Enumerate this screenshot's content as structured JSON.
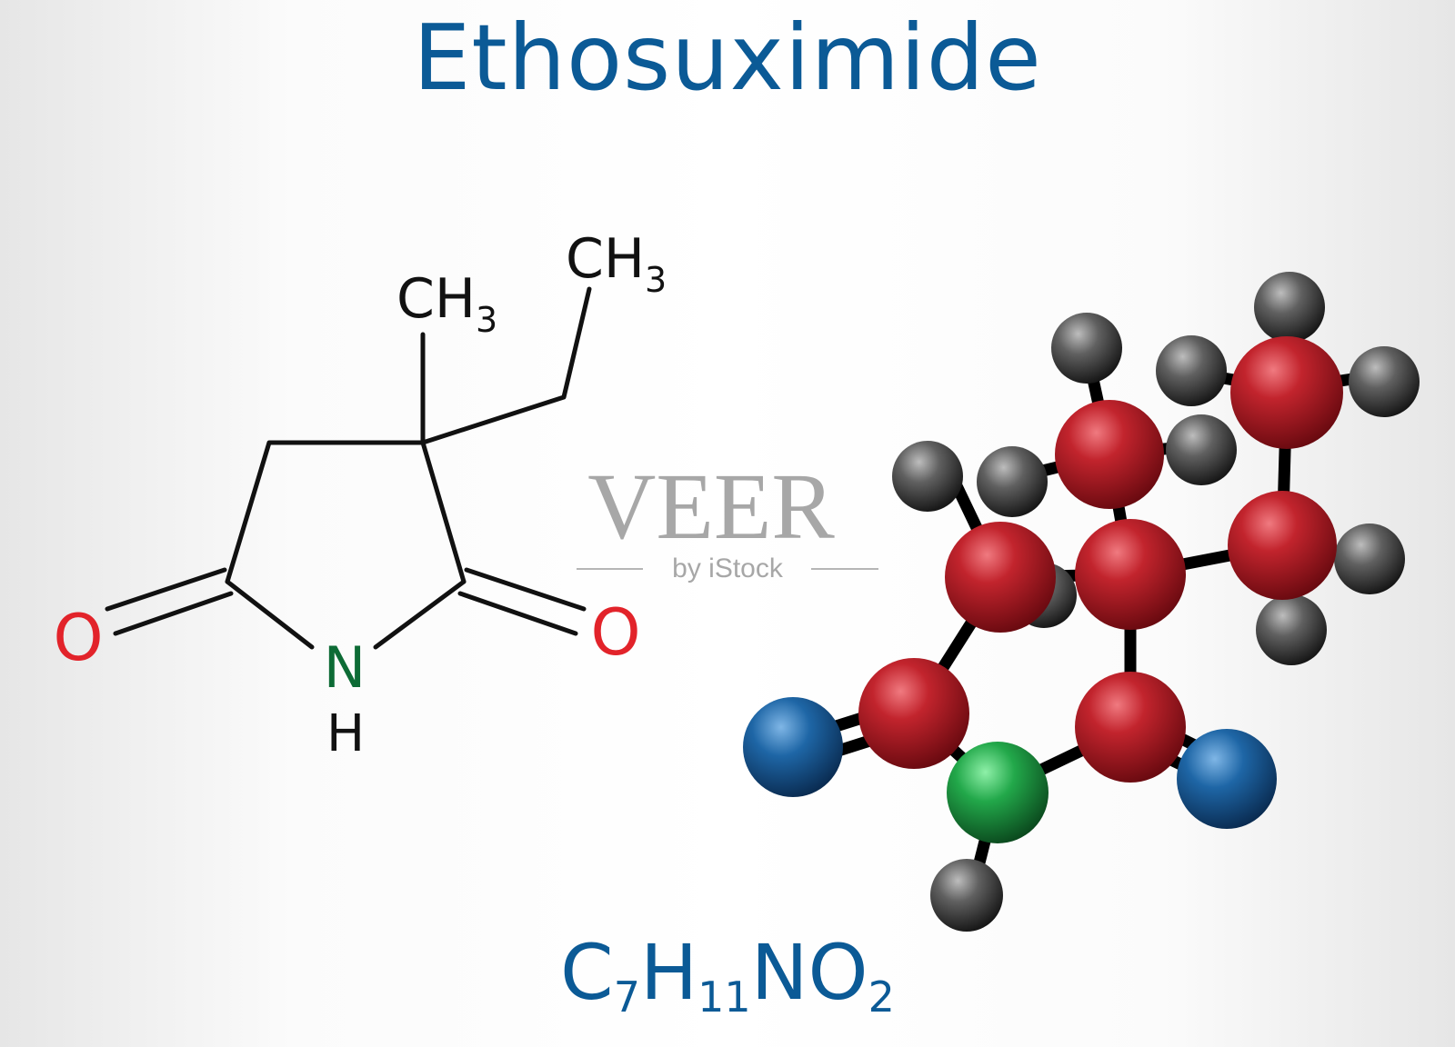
{
  "title": "Ethosuximide",
  "structure": {
    "ch3_methyl": "CH",
    "ch3_methyl_sub": "3",
    "ch3_ethyl": "CH",
    "ch3_ethyl_sub": "3",
    "oxygen_left": "O",
    "oxygen_right": "O",
    "nitrogen": "N",
    "hydrogen": "H"
  },
  "formula": {
    "c": "C",
    "c_count": "7",
    "h": "H",
    "h_count": "11",
    "n": "N",
    "o": "O",
    "o_count": "2"
  },
  "watermark": {
    "brand": "VEER",
    "sub": "by iStock"
  },
  "colors": {
    "title": "#0b5a96",
    "carbon": "#a01620",
    "hydrogen": "#555555",
    "nitrogen": "#1f9a3e",
    "oxygen": "#17558f",
    "label_oxygen": "#e2232a",
    "label_nitrogen": "#0d6b35"
  }
}
